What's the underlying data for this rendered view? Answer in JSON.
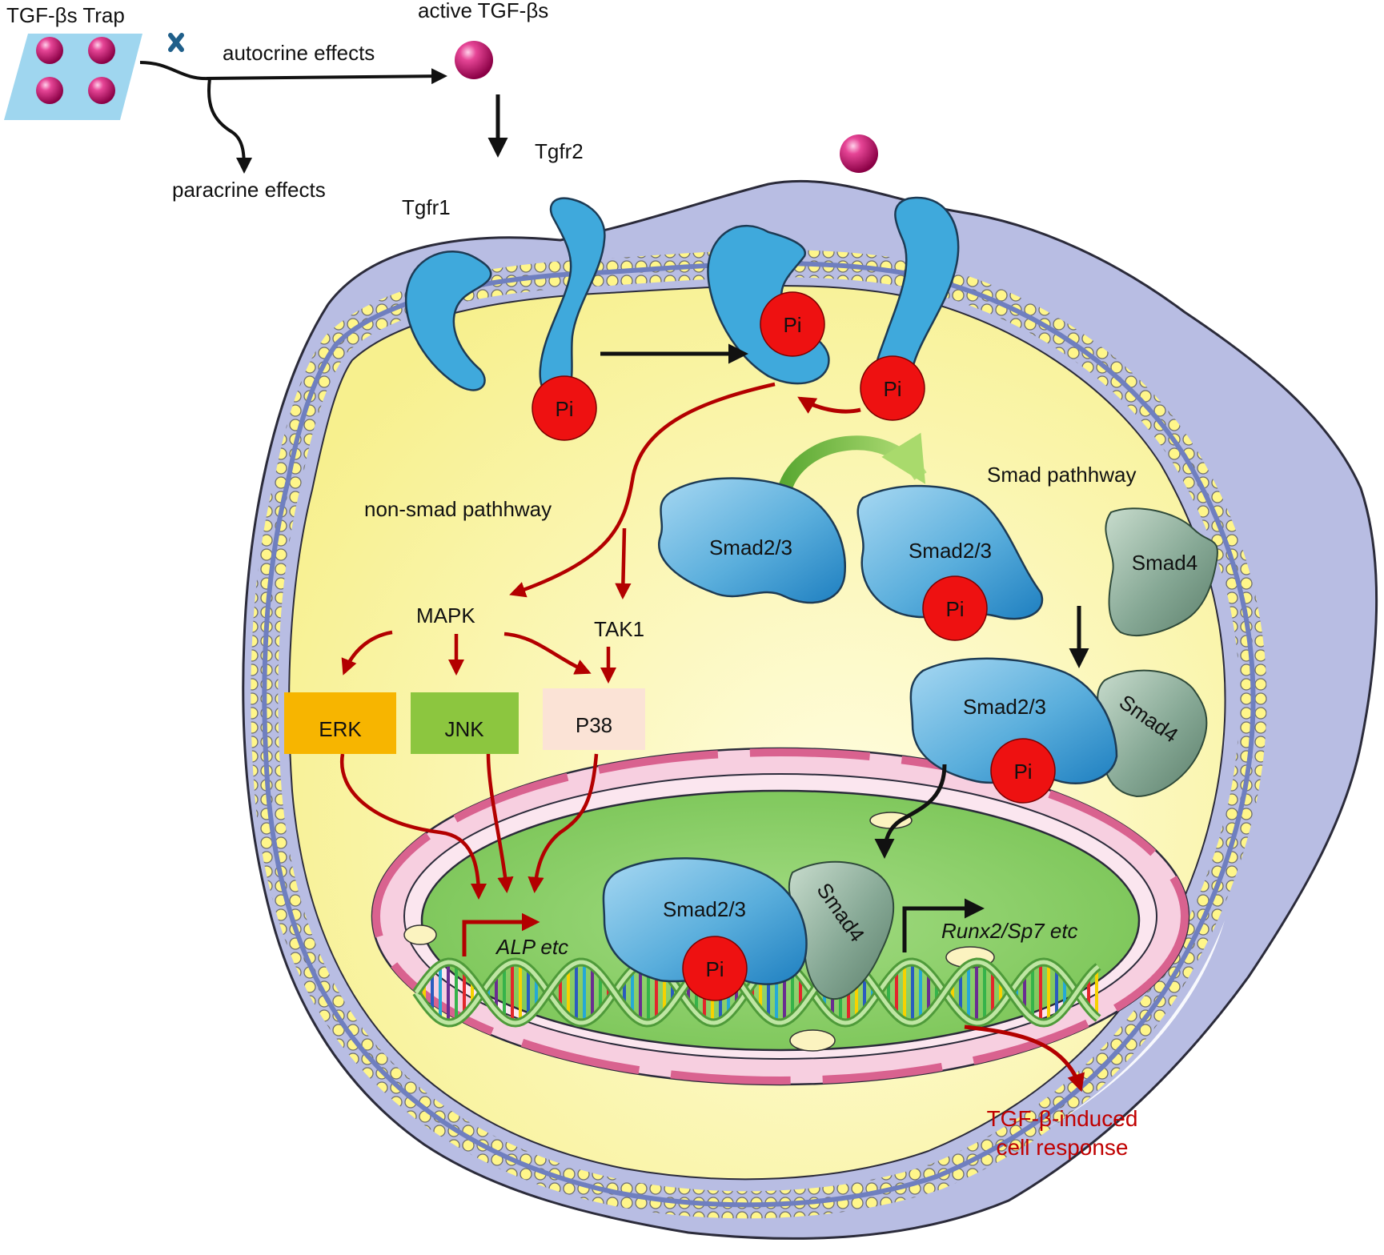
{
  "labels": {
    "trap": "TGF-βs Trap",
    "active": "active TGF-βs",
    "autocrine": "autocrine effects",
    "paracrine": "paracrine effects",
    "tgfr1": "Tgfr1",
    "tgfr2": "Tgfr2",
    "non_smad": "non-smad pathhway",
    "smad_pathway": "Smad pathhway",
    "mapk": "MAPK",
    "tak1": "TAK1",
    "alp": "ALP etc",
    "runx": "Runx2/Sp7 etc",
    "response_line1": "TGF-β-induced",
    "response_line2": "cell response"
  },
  "pi_label": "Pi",
  "boxes": {
    "erk": "ERK",
    "jnk": "JNK",
    "p38": "P38"
  },
  "smad": {
    "s23": "Smad2/3",
    "s4": "Smad4"
  },
  "colors": {
    "receptor": "#3fa9dc",
    "phosphate": "#ee1111",
    "ligand": "#d4146e",
    "cytoplasm": "#fbf6a8",
    "membrane": "#7f8fc8",
    "nucleus": "#8fd16e",
    "pathway_red": "#b30000",
    "erk": "#f7b500",
    "jnk": "#8cc63f",
    "p38": "#fbe3d6",
    "smad23": "#5aaedc",
    "smad4": "#86a895"
  },
  "icons": [
    "inhibit-x-icon",
    "ligand-sphere-icon",
    "dna-helix-icon"
  ]
}
